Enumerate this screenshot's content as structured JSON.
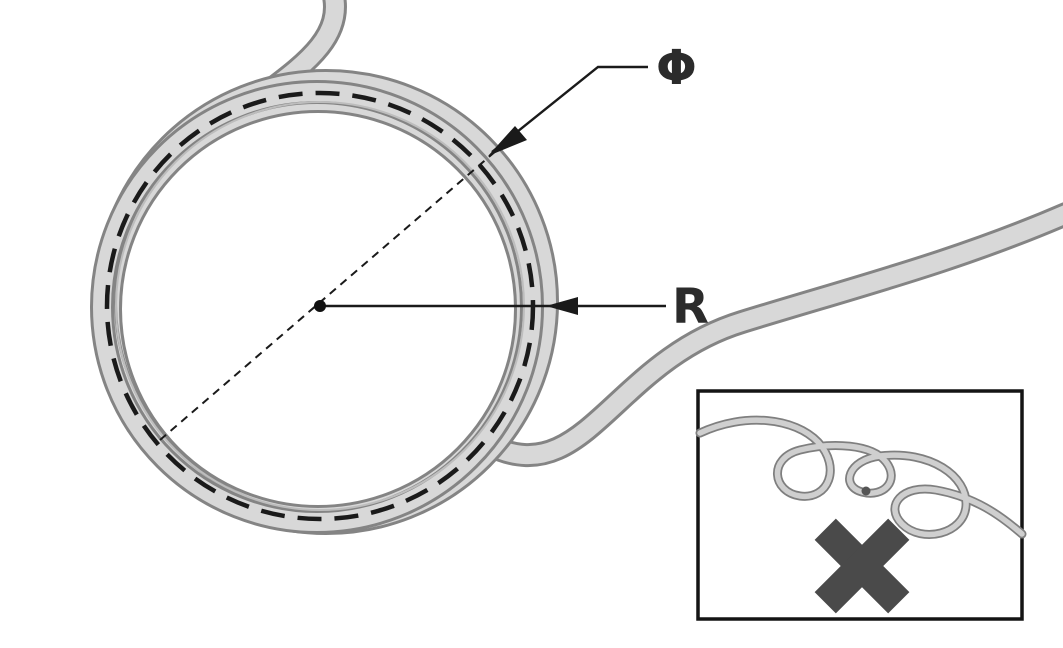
{
  "diagram": {
    "title": "cable-coiling-dimension-diagram",
    "labels": {
      "diameter": "Φ",
      "radius": "R"
    }
  },
  "colors": {
    "cable_fill": "#d8d8d8",
    "cable_outline": "#848484",
    "annotation_line": "#1a1a1a",
    "label_text": "#2b2b2b",
    "x_mark": "#4a4a4a",
    "inset_border": "#141414",
    "background": "#ffffff"
  },
  "icons": {
    "x_mark": "x-cross-icon",
    "coil": "coiled-cable-illustration",
    "knot": "knotted-cable-illustration"
  }
}
